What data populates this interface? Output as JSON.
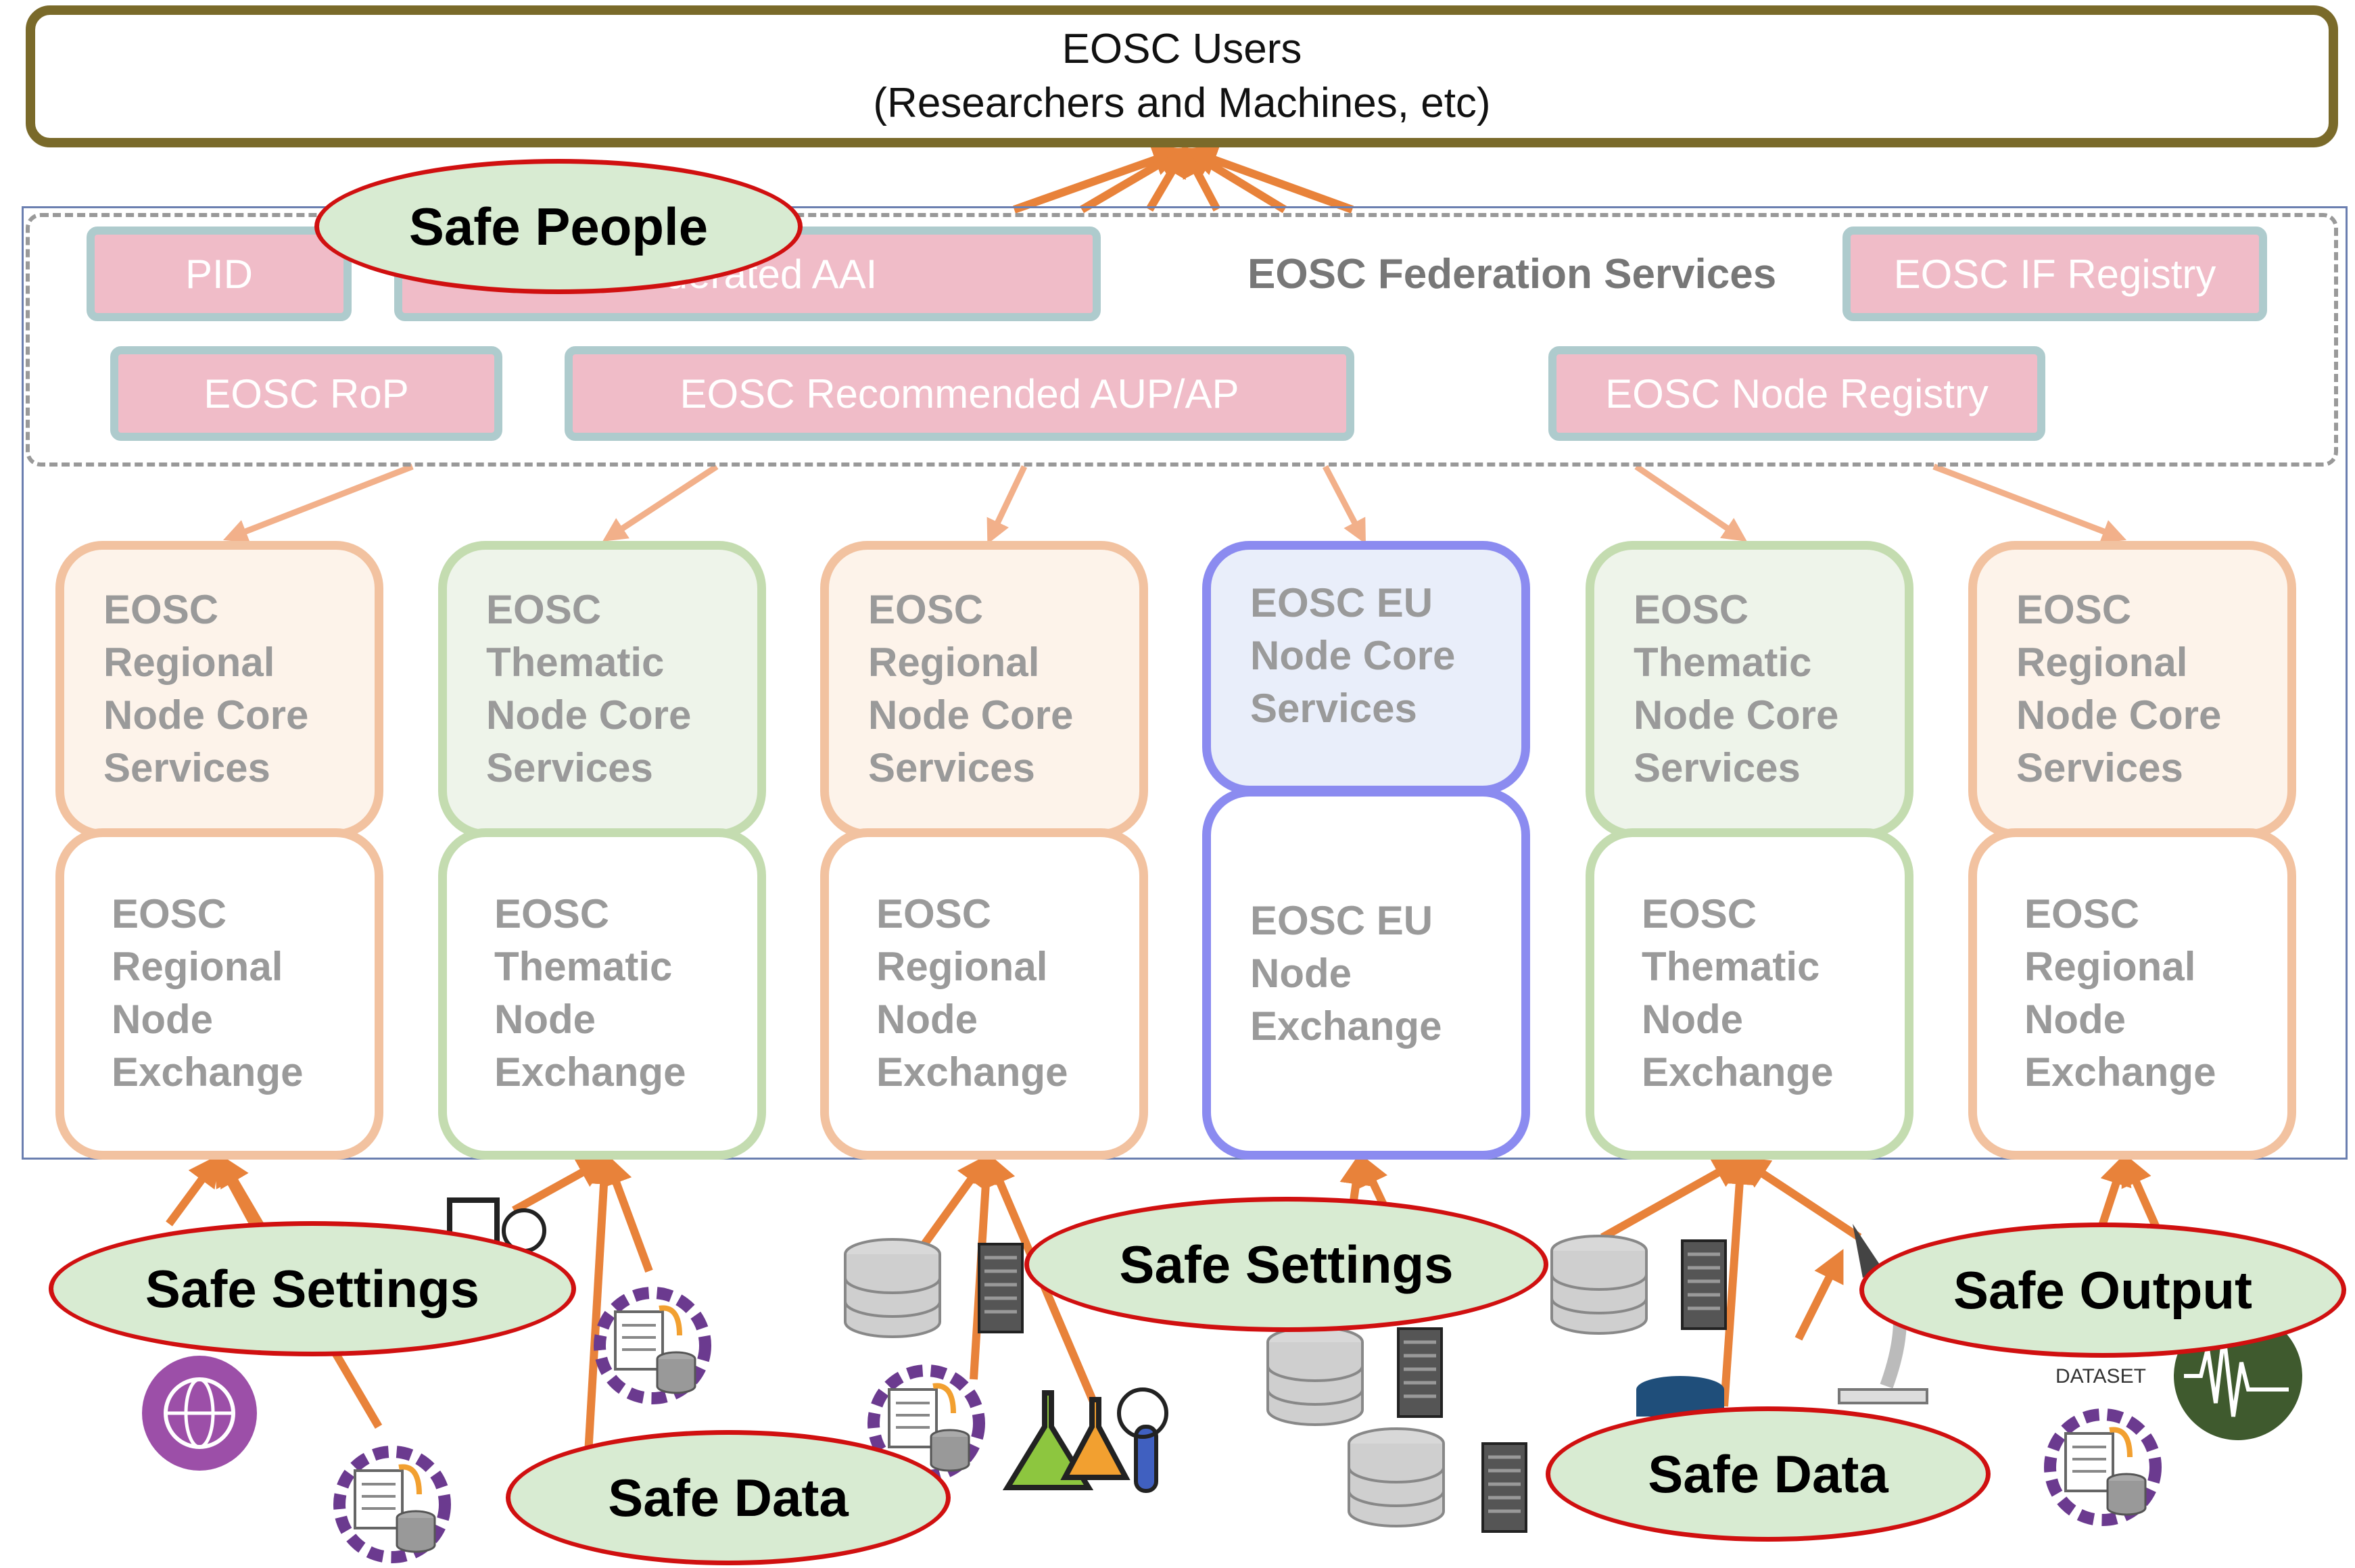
{
  "users": {
    "line1": "EOSC Users",
    "line2": "(Researchers and Machines, etc)"
  },
  "federation": {
    "title": "EOSC Federation Services",
    "services": [
      "PID",
      "Federated AAI",
      "EOSC IF Registry",
      "EOSC RoP",
      "EOSC Recommended AUP/AP",
      "EOSC Node Registry"
    ]
  },
  "nodes": [
    {
      "type": "regional",
      "core": [
        "EOSC",
        "Regional",
        "Node Core",
        "Services"
      ],
      "exchange": [
        "EOSC",
        "Regional",
        "Node",
        "Exchange"
      ]
    },
    {
      "type": "thematic",
      "core": [
        "EOSC",
        "Thematic",
        "Node Core",
        "Services"
      ],
      "exchange": [
        "EOSC",
        "Thematic",
        "Node",
        "Exchange"
      ]
    },
    {
      "type": "regional",
      "core": [
        "EOSC",
        "Regional",
        "Node Core",
        "Services"
      ],
      "exchange": [
        "EOSC",
        "Regional",
        "Node",
        "Exchange"
      ]
    },
    {
      "type": "eu",
      "core": [
        "EOSC EU",
        "Node Core",
        "Services"
      ],
      "exchange": [
        "EOSC EU",
        "Node",
        "Exchange"
      ]
    },
    {
      "type": "thematic",
      "core": [
        "EOSC",
        "Thematic",
        "Node Core",
        "Services"
      ],
      "exchange": [
        "EOSC",
        "Thematic",
        "Node",
        "Exchange"
      ]
    },
    {
      "type": "regional",
      "core": [
        "EOSC",
        "Regional",
        "Node Core",
        "Services"
      ],
      "exchange": [
        "EOSC",
        "Regional",
        "Node",
        "Exchange"
      ]
    }
  ],
  "labels": {
    "safe_people": "Safe People",
    "safe_settings_1": "Safe Settings",
    "safe_settings_2": "Safe Settings",
    "safe_output": "Safe Output",
    "safe_data_1": "Safe Data",
    "safe_data_2": "Safe Data"
  },
  "icon_text": {
    "dataset": "DATASET"
  },
  "colors": {
    "users_border": "#7a6a2a",
    "pill_fill": "#f0bcc8",
    "pill_border": "#aecbcd",
    "regional_border": "#f2c2a0",
    "thematic_border": "#c4dcb0",
    "eu_border": "#8b8bf0",
    "arrow": "#e8823a",
    "ellipse_fill": "#d8ebd2",
    "ellipse_border": "#d01010"
  },
  "icons": [
    "database-icon",
    "server-rack-icon",
    "data-gear-icon",
    "chemistry-flask-icon",
    "microscope-icon",
    "globe-network-icon",
    "waveform-icon"
  ]
}
